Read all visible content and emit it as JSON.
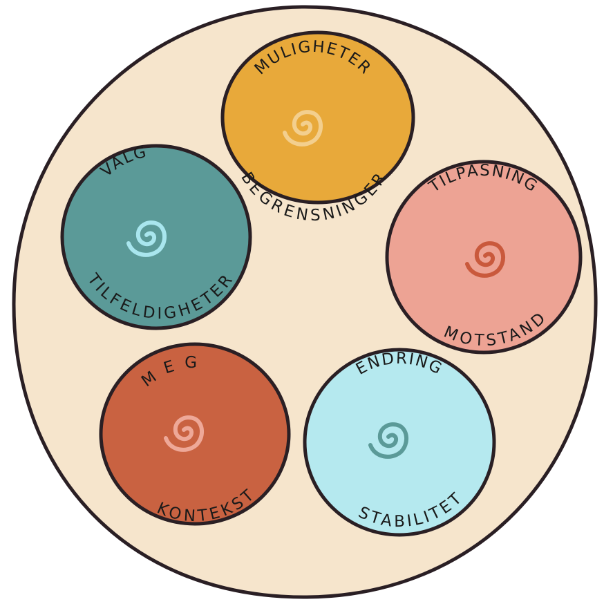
{
  "colors": {
    "background": "#f6e5cc",
    "outline": "#2a1f24",
    "yellow": "#e8a93a",
    "teal": "#5b9a98",
    "salmon": "#eda394",
    "rust": "#c96241",
    "light_blue": "#b5e9ef"
  },
  "circles": [
    {
      "id": "muligheter",
      "top_label": "MULIGHETER",
      "bottom_label": "BEGRENSNINGER",
      "fill": "#e8a93a",
      "spiral_color": "#f3cf8e",
      "spiral_icon": "spiral-icon"
    },
    {
      "id": "valg",
      "top_label": "VALG",
      "bottom_label": "TILFELDIGHETER",
      "fill": "#5b9a98",
      "spiral_color": "#a9e6ee",
      "spiral_icon": "spiral-icon"
    },
    {
      "id": "tilpasning",
      "top_label": "TILPASNING",
      "bottom_label": "MOTSTAND",
      "fill": "#eda394",
      "spiral_color": "#c9593c",
      "spiral_icon": "spiral-icon"
    },
    {
      "id": "meg",
      "top_label": "MEG",
      "bottom_label": "KONTEKST",
      "fill": "#c96241",
      "spiral_color": "#eea898",
      "spiral_icon": "spiral-icon"
    },
    {
      "id": "endring",
      "top_label": "ENDRING",
      "bottom_label": "STABILITET",
      "fill": "#b5e9ef",
      "spiral_color": "#5b9a98",
      "spiral_icon": "spiral-icon"
    }
  ]
}
